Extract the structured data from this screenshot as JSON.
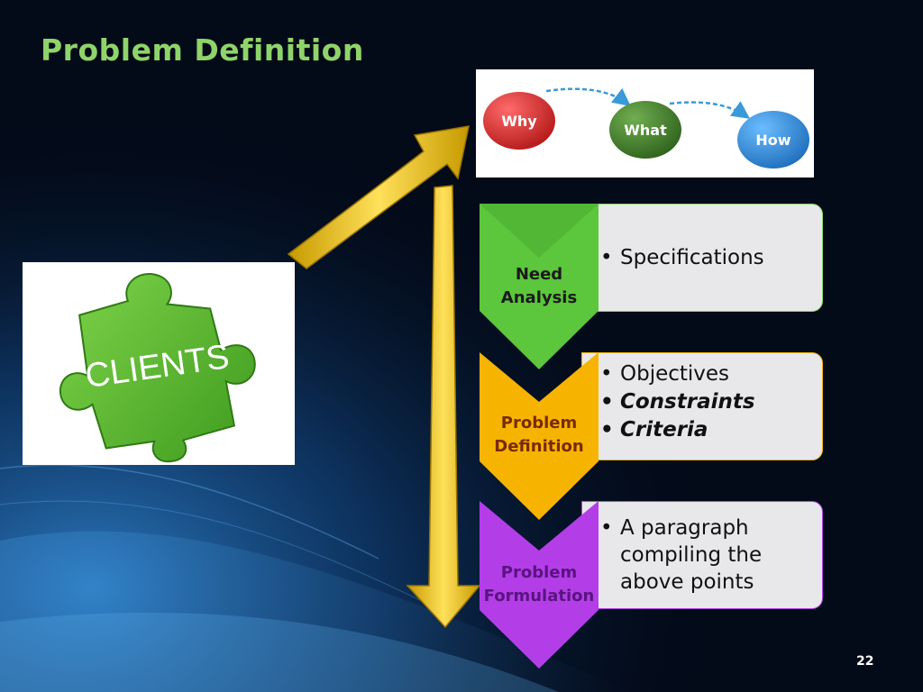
{
  "slide": {
    "title": "Problem Definition",
    "page_number": "22"
  },
  "clients_image": {
    "label": "CLIENTS",
    "color": "#5cb82e"
  },
  "why_what_how": {
    "steps": [
      {
        "label": "Why",
        "color": "#d42a2a"
      },
      {
        "label": "What",
        "color": "#3f7f2a"
      },
      {
        "label": "How",
        "color": "#2f8ad8"
      }
    ]
  },
  "stages": [
    {
      "label_line1": "Need",
      "label_line2": "Analysis",
      "color": "#5cc63c",
      "bullets": [
        "Specifications"
      ]
    },
    {
      "label_line1": "Problem",
      "label_line2": "Definition",
      "color": "#f6b400",
      "bullets": [
        "Objectives",
        "Constraints",
        "Criteria"
      ]
    },
    {
      "label_line1": "Problem",
      "label_line2": "Formulation",
      "color": "#b33ee8",
      "bullets": [
        "A paragraph compiling the above points"
      ]
    }
  ],
  "arrow_color": "#f2c200"
}
